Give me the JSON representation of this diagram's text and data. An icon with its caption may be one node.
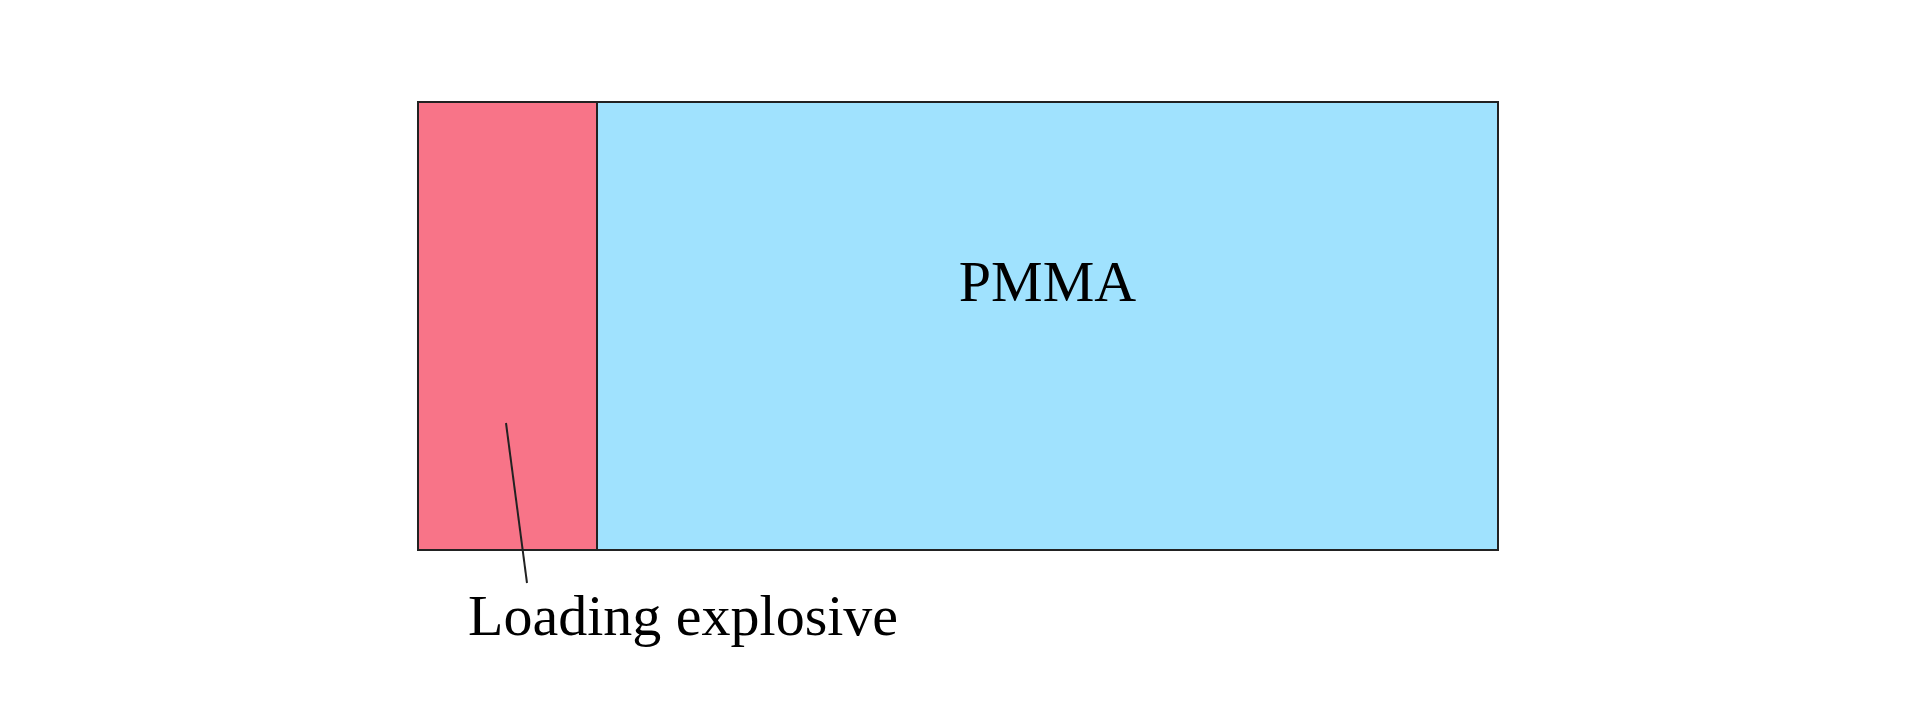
{
  "diagram": {
    "nodes": [
      {
        "text": [],
        "shape": "box"
      },
      {
        "text": [
          "PMMA"
        ]
      },
      {
        "text": [
          "Loading explosive"
        ]
      }
    ],
    "edges": [
      {
        "from": 2,
        "to": 0,
        "arrow": "none"
      }
    ]
  }
}
